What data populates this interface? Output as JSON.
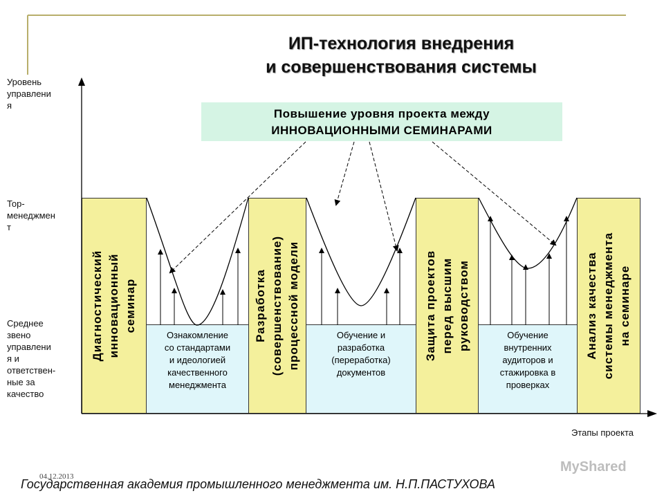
{
  "title": {
    "line1": "ИП-технология внедрения",
    "line2": "и совершенствования системы"
  },
  "banner": {
    "line1": "Повышение уровня проекта между",
    "line2": "ИННОВАЦИОННЫМИ СЕМИНАРАМИ"
  },
  "y_axis": {
    "label_lines": [
      "Уровень",
      "управлени",
      "я"
    ],
    "levels": [
      {
        "lines": [
          "Тор-",
          "менеджмен",
          "т"
        ]
      },
      {
        "lines": [
          "Среднее",
          "звено",
          "управлени",
          "я и",
          "ответствен-",
          "ные за",
          "качество"
        ]
      }
    ]
  },
  "x_axis": {
    "label": "Этапы проекта"
  },
  "stages": [
    {
      "type": "seminar",
      "lines": [
        "Диагностический",
        "инновационный",
        "семинар"
      ]
    },
    {
      "type": "work",
      "lines": [
        "Ознакомление",
        "со стандартами",
        "и идеологией",
        "качественного",
        "менеджмента"
      ]
    },
    {
      "type": "seminar",
      "lines": [
        "Разработка",
        "(совершенствование)",
        "процессной модели"
      ]
    },
    {
      "type": "work",
      "lines": [
        "Обучение и",
        "разработка",
        "(переработка)",
        "документов"
      ]
    },
    {
      "type": "seminar",
      "lines": [
        "Защита проектов",
        "перед высшим",
        "руководством"
      ]
    },
    {
      "type": "work",
      "lines": [
        "Обучение",
        "внутренних",
        "аудиторов и",
        "стажировка в",
        "проверках"
      ]
    },
    {
      "type": "seminar",
      "lines": [
        "Анализ качества",
        "системы менеджмента",
        "на семинаре"
      ]
    }
  ],
  "footer": "Государственная академия промышленного менеджмента им. Н.П.ПАСТУХОВА",
  "date": "04.12.2013",
  "watermark": "MyShared",
  "colors": {
    "seminar": "#f4f09c",
    "work": "#dff6fa",
    "banner": "#d5f4e4",
    "frame": "#b7ae6a"
  }
}
